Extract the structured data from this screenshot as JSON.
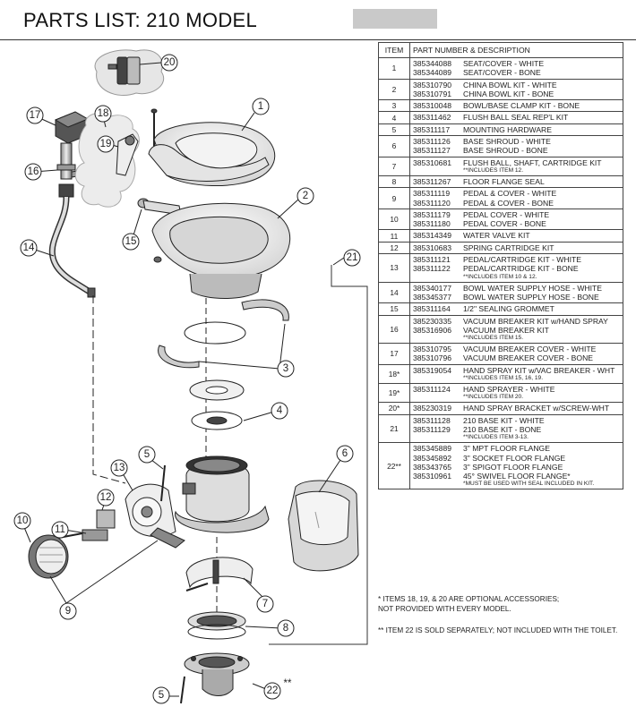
{
  "header": {
    "title": "PARTS LIST:  210 MODEL"
  },
  "table": {
    "headers": {
      "item": "ITEM",
      "desc": "PART NUMBER & DESCRIPTION"
    },
    "rows": [
      {
        "item": "1",
        "lines": [
          [
            "385344088",
            "SEAT/COVER - WHITE"
          ],
          [
            "385344089",
            "SEAT/COVER - BONE"
          ]
        ],
        "note": ""
      },
      {
        "item": "2",
        "lines": [
          [
            "385310790",
            "CHINA BOWL KIT - WHITE"
          ],
          [
            "385310791",
            "CHINA BOWL KIT - BONE"
          ]
        ],
        "note": ""
      },
      {
        "item": "3",
        "lines": [
          [
            "385310048",
            "BOWL/BASE CLAMP KIT - BONE"
          ]
        ],
        "note": ""
      },
      {
        "item": "4",
        "lines": [
          [
            "385311462",
            "FLUSH BALL SEAL REP'L KIT"
          ]
        ],
        "note": ""
      },
      {
        "item": "5",
        "lines": [
          [
            "385311117",
            "MOUNTING HARDWARE"
          ]
        ],
        "note": ""
      },
      {
        "item": "6",
        "lines": [
          [
            "385311126",
            "BASE SHROUD - WHITE"
          ],
          [
            "385311127",
            "BASE SHROUD - BONE"
          ]
        ],
        "note": ""
      },
      {
        "item": "7",
        "lines": [
          [
            "385310681",
            "FLUSH BALL, SHAFT, CARTRIDGE KIT"
          ]
        ],
        "note": "**INCLUDES ITEM 12."
      },
      {
        "item": "8",
        "lines": [
          [
            "385311267",
            "FLOOR FLANGE SEAL"
          ]
        ],
        "note": ""
      },
      {
        "item": "9",
        "lines": [
          [
            "385311119",
            "PEDAL & COVER - WHITE"
          ],
          [
            "385311120",
            "PEDAL & COVER - BONE"
          ]
        ],
        "note": ""
      },
      {
        "item": "10",
        "lines": [
          [
            "385311179",
            "PEDAL COVER - WHITE"
          ],
          [
            "385311180",
            "PEDAL COVER - BONE"
          ]
        ],
        "note": ""
      },
      {
        "item": "11",
        "lines": [
          [
            "385314349",
            "WATER VALVE KIT"
          ]
        ],
        "note": ""
      },
      {
        "item": "12",
        "lines": [
          [
            "385310683",
            "SPRING CARTRIDGE KIT"
          ]
        ],
        "note": ""
      },
      {
        "item": "13",
        "lines": [
          [
            "385311121",
            "PEDAL/CARTRIDGE KIT - WHITE"
          ],
          [
            "385311122",
            "PEDAL/CARTRIDGE KIT - BONE"
          ]
        ],
        "note": "**INCLUDES ITEM 10 & 12."
      },
      {
        "item": "14",
        "lines": [
          [
            "385340177",
            "BOWL WATER SUPPLY HOSE - WHITE"
          ],
          [
            "385345377",
            "BOWL WATER SUPPLY HOSE - BONE"
          ]
        ],
        "note": ""
      },
      {
        "item": "15",
        "lines": [
          [
            "385311164",
            "1/2\" SEALING GROMMET"
          ]
        ],
        "note": ""
      },
      {
        "item": "16",
        "lines": [
          [
            "385230335",
            "VACUUM BREAKER KIT w/HAND SPRAY"
          ],
          [
            "385316906",
            "VACUUM BREAKER KIT"
          ]
        ],
        "note": "**INCLUDES ITEM 15."
      },
      {
        "item": "17",
        "lines": [
          [
            "385310795",
            "VACUUM BREAKER COVER - WHITE"
          ],
          [
            "385310796",
            "VACUUM BREAKER COVER - BONE"
          ]
        ],
        "note": ""
      },
      {
        "item": "18*",
        "lines": [
          [
            "385319054",
            "HAND SPRAY KIT w/VAC BREAKER - WHT"
          ]
        ],
        "note": "**INCLUDES ITEM 15, 16, 19."
      },
      {
        "item": "19*",
        "lines": [
          [
            "385311124",
            "HAND SPRAYER - WHITE"
          ]
        ],
        "note": "**INCLUDES ITEM 20."
      },
      {
        "item": "20*",
        "lines": [
          [
            "385230319",
            "HAND SPRAY BRACKET w/SCREW-WHT"
          ]
        ],
        "note": ""
      },
      {
        "item": "21",
        "lines": [
          [
            "385311128",
            "210 BASE KIT - WHITE"
          ],
          [
            "385311129",
            "210 BASE KIT - BONE"
          ]
        ],
        "note": "**INCLUDES ITEM 3-13."
      },
      {
        "item": "22**",
        "lines": [
          [
            "385345889",
            "3\" MPT FLOOR FLANGE"
          ],
          [
            "385345892",
            "3\" SOCKET FLOOR FLANGE"
          ],
          [
            "385343765",
            "3\" SPIGOT FLOOR FLANGE"
          ],
          [
            "385310961",
            "45° SWIVEL FLOOR FLANGE*"
          ]
        ],
        "note": "*MUST BE USED WITH SEAL INCLUDED IN KIT."
      }
    ]
  },
  "footnotes": {
    "optional_1": "* ITEMS 18, 19, & 20 ARE OPTIONAL ACCESSORIES;",
    "optional_2": "NOT PROVIDED WITH EVERY MODEL.",
    "flange": "** ITEM 22 IS SOLD SEPARATELY; NOT INCLUDED WITH THE TOILET."
  },
  "diagram": {
    "callouts": [
      "1",
      "2",
      "3",
      "4",
      "5",
      "6",
      "7",
      "8",
      "9",
      "10",
      "11",
      "12",
      "13",
      "14",
      "15",
      "16",
      "17",
      "18",
      "19",
      "20",
      "21",
      "22"
    ],
    "flange_marker": "**"
  }
}
